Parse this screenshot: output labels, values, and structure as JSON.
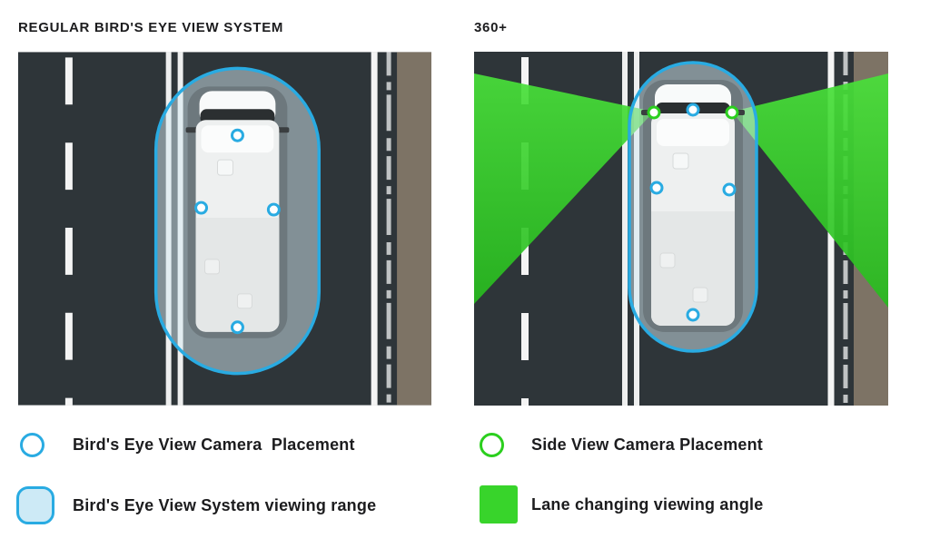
{
  "colors": {
    "accent_blue": "#29abe2",
    "accent_green": "#38d42b",
    "accent_green_stroke": "#2bcf1e",
    "road": "#2e3539",
    "shoulder": "#7d7365",
    "range_fill": "#d6ecf4",
    "text": "#1c1c1e"
  },
  "panels": {
    "left": {
      "title": "REGULAR BIRD'S EYE VIEW SYSTEM"
    },
    "right": {
      "title": "360+"
    }
  },
  "legend": {
    "items": [
      {
        "icon": "birdseye-camera-icon",
        "label": "Bird's Eye View Camera  Placement"
      },
      {
        "icon": "side-view-camera-icon",
        "label": "Side View Camera Placement"
      },
      {
        "icon": "viewing-range-icon",
        "label": "Bird's Eye View System viewing range"
      },
      {
        "icon": "lane-change-icon",
        "label": "Lane changing viewing angle"
      }
    ]
  }
}
